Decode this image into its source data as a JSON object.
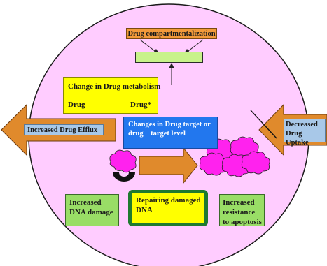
{
  "colors": {
    "cell": "#ffccff",
    "orange_arrow": "#e08a2c",
    "label_blue": "#a8c8e8",
    "yellow": "#ffff00",
    "green": "#99dd66",
    "drug_target_blue": "#2277ee",
    "drug_magenta": "#ff22ee",
    "dark_green_border": "#1f7a2f"
  },
  "labels": {
    "compartmentalization": "Drug compartmentalization",
    "metabolism": {
      "title": "Change in Drug metabolism",
      "from": "Drug",
      "to": "Drug*"
    },
    "target": {
      "line1": "Changes in Drug target or",
      "line2": "drug    target level"
    },
    "efflux": "Increased Drug Efflux",
    "uptake": {
      "line1": "Decreased Drug",
      "line2": "Uptake"
    },
    "dna_damage": {
      "line1": "Increased",
      "line2": "DNA damage"
    },
    "repair": {
      "line1": "Repairing damaged",
      "line2": "DNA"
    },
    "resistance": {
      "line1": "Increased",
      "line2": "resistance",
      "line3": "to apoptosis"
    }
  }
}
